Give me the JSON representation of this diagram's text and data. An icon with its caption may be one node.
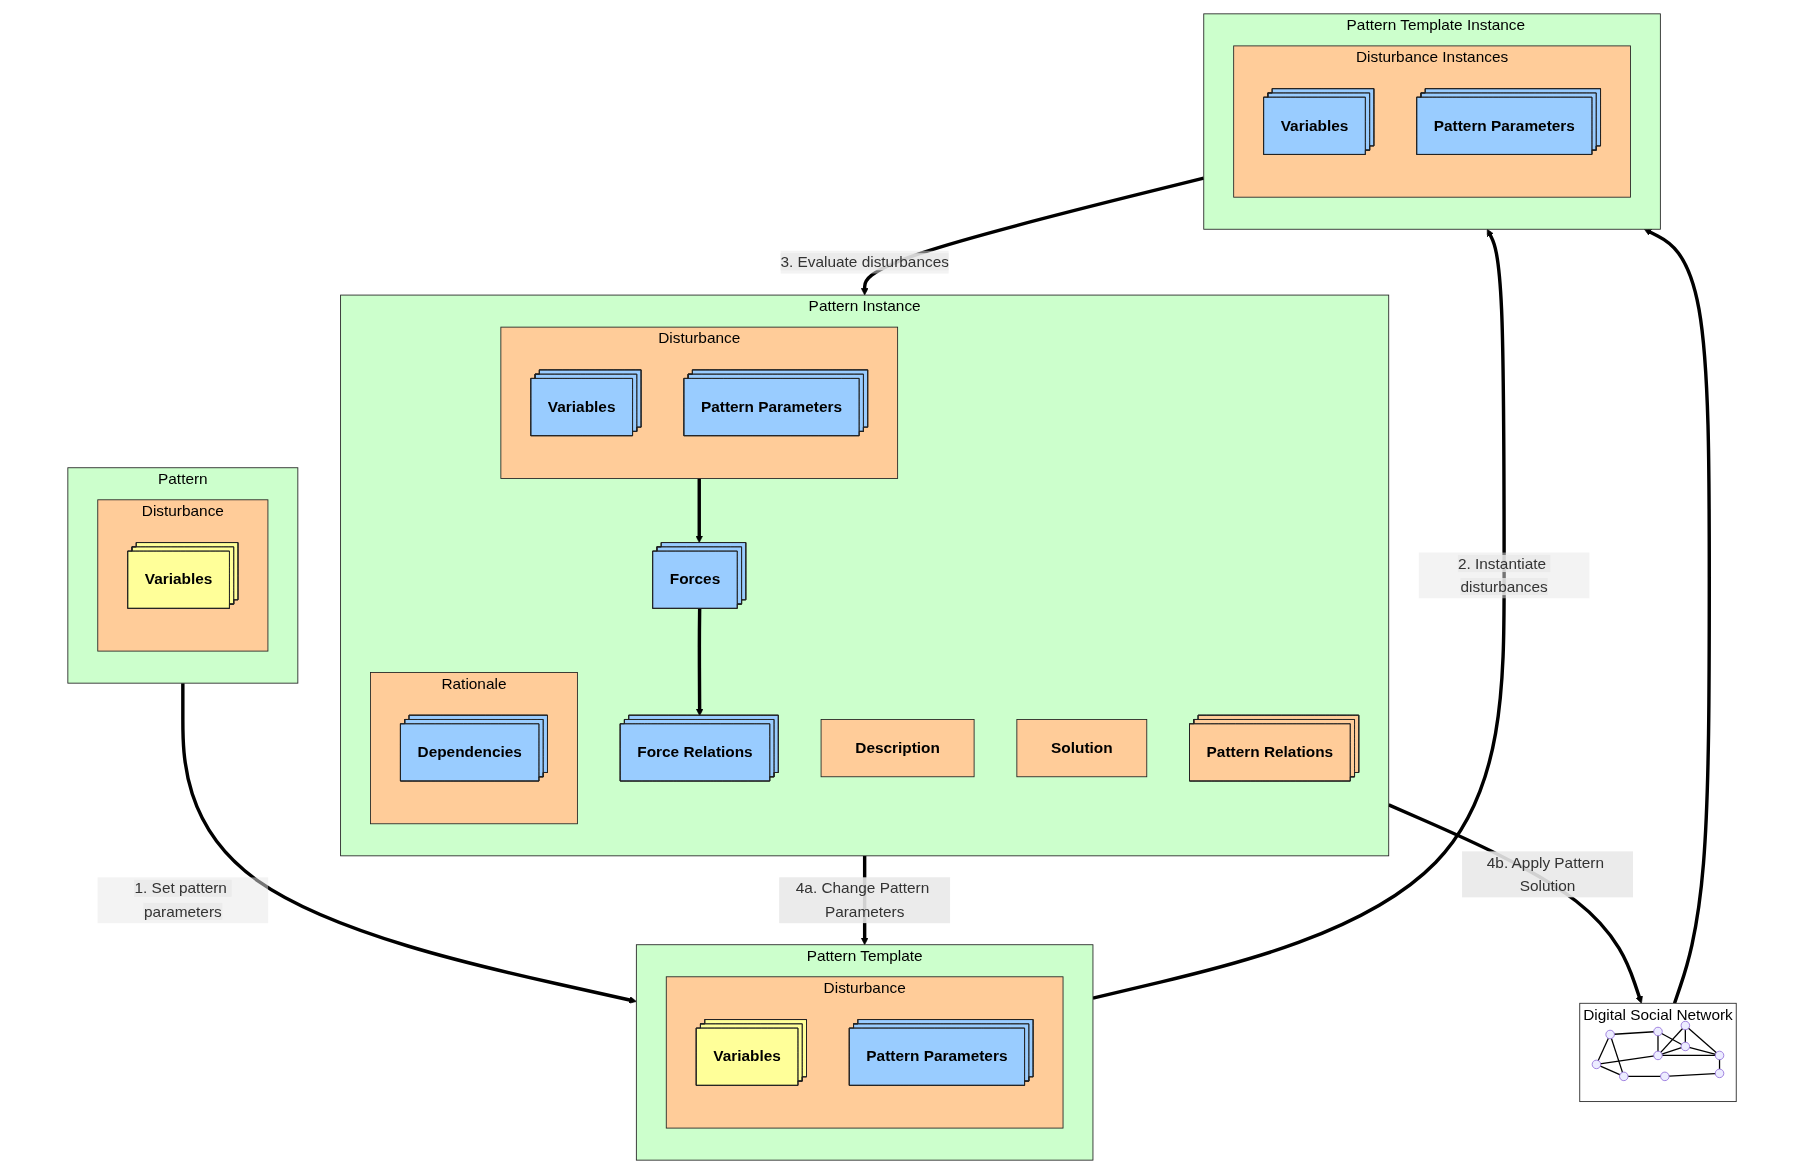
{
  "diagram": {
    "nodes": [
      {
        "text": [
          "Pattern"
        ]
      },
      {
        "text": [
          "Disturbance"
        ],
        "in": 0
      },
      {
        "text": [
          "Variables"
        ],
        "in": 1
      },
      {
        "text": [
          "Pattern Template"
        ]
      },
      {
        "text": [
          "Disturbance"
        ],
        "in": 3
      },
      {
        "text": [
          "Variables"
        ],
        "in": 4
      },
      {
        "text": [
          "Pattern Parameters"
        ],
        "in": 4
      },
      {
        "text": [
          "Pattern Instance"
        ]
      },
      {
        "text": [
          "Disturbance"
        ],
        "in": 7
      },
      {
        "text": [
          "Variables"
        ],
        "in": 8
      },
      {
        "text": [
          "Pattern Parameters"
        ],
        "in": 8
      },
      {
        "text": [
          "Forces"
        ],
        "in": 7
      },
      {
        "text": [
          "Force Relations"
        ],
        "in": 7
      },
      {
        "text": [
          "Description"
        ],
        "in": 7
      },
      {
        "text": [
          "Solution"
        ],
        "in": 7
      },
      {
        "text": [
          "Rationale"
        ],
        "in": 7
      },
      {
        "text": [
          "Dependencies"
        ],
        "in": 15
      },
      {
        "text": [
          "Pattern Relations"
        ],
        "in": 7
      },
      {
        "text": [
          "Digital Social Network"
        ]
      },
      {
        "text": [],
        "shape": "picture",
        "in": 18
      },
      {
        "text": [
          "Pattern Template Instance"
        ]
      },
      {
        "text": [
          "Disturbance Instances"
        ],
        "in": 20
      },
      {
        "text": [
          "Variables"
        ],
        "in": 21
      },
      {
        "text": [
          "Pattern Parameters"
        ],
        "in": 21
      }
    ],
    "edges": [
      {
        "from": 0,
        "to": 3,
        "arrow": "to",
        "label": "1. Set pattern parameters"
      },
      {
        "from": 3,
        "to": 20,
        "arrow": "to",
        "label": "2. Instantiate disturbances"
      },
      {
        "from": 18,
        "to": 20,
        "arrow": "to"
      },
      {
        "from": 20,
        "to": 7,
        "arrow": "to",
        "label": "3. Evaluate disturbances"
      },
      {
        "from": 7,
        "to": 3,
        "arrow": "to",
        "label": "4a. Change Pattern Parameters"
      },
      {
        "from": 7,
        "to": 18,
        "arrow": "to",
        "label": "4b. Apply Pattern Solution"
      },
      {
        "from": 8,
        "to": 11,
        "arrow": "to"
      },
      {
        "from": 11,
        "to": 12,
        "arrow": "to"
      }
    ]
  }
}
